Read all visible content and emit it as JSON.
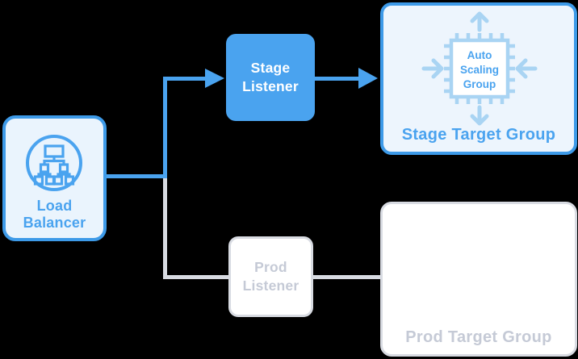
{
  "colors": {
    "accent_blue": "#4aa3ef",
    "border_blue": "#3d9ae8",
    "pale_blue": "#a9d4f3",
    "light_blue_fill": "#eaf4fd",
    "gray_border": "#d8dbe2",
    "gray_text": "#c5cad6",
    "background": "#000000",
    "stage_listener_text": "#ffffff"
  },
  "icons": {
    "load_balancer": "load-balancer-network-icon",
    "auto_scaling": "auto-scaling-chip-icon"
  },
  "nodes": {
    "load_balancer": {
      "line1": "Load",
      "line2": "Balancer"
    },
    "stage_listener": {
      "line1": "Stage",
      "line2": "Listener"
    },
    "prod_listener": {
      "line1": "Prod",
      "line2": "Listener"
    },
    "stage_target_group": {
      "label": "Stage Target Group",
      "chip_line1": "Auto",
      "chip_line2": "Scaling",
      "chip_line3": "Group"
    },
    "prod_target_group": {
      "label": "Prod Target Group"
    }
  }
}
